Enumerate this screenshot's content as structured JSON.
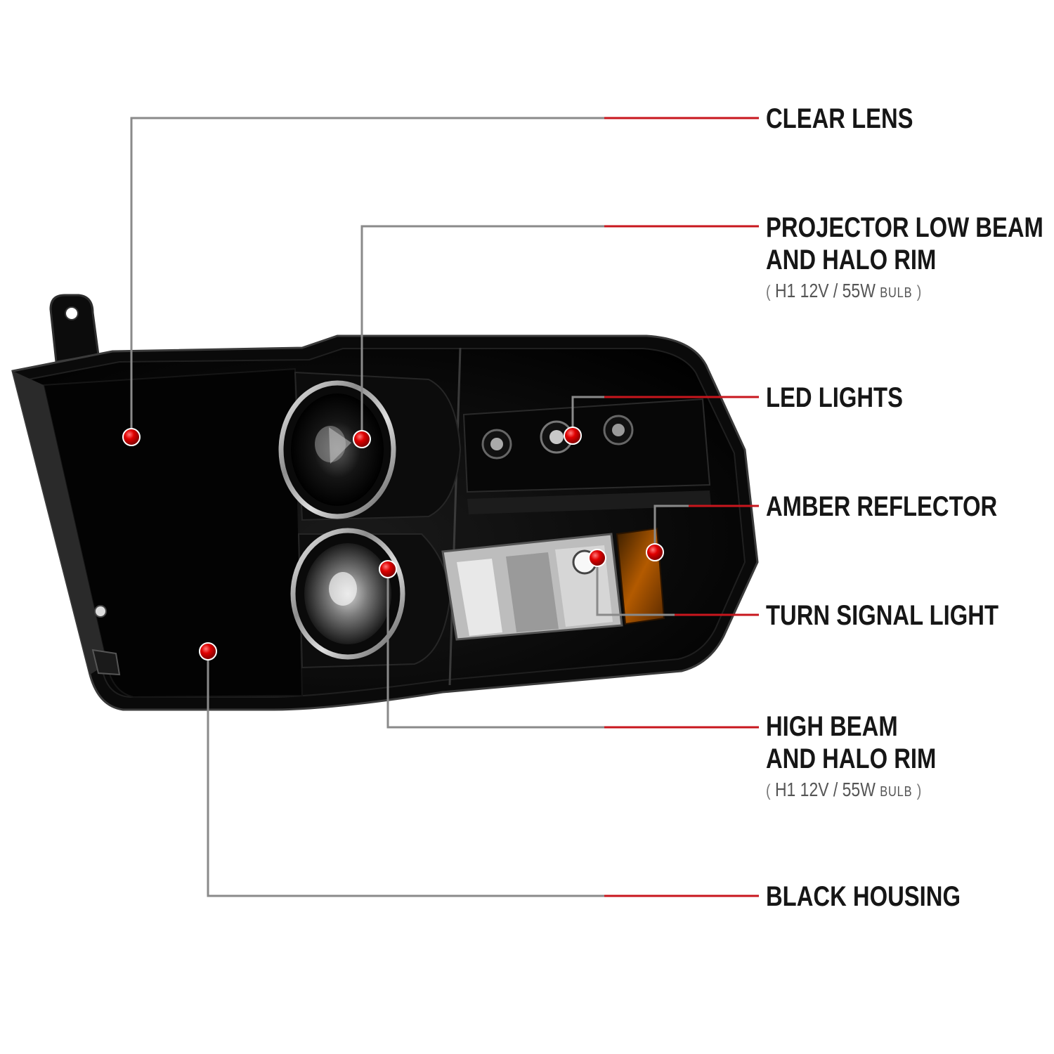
{
  "colors": {
    "leader_gray": "#8a8a8a",
    "leader_red": "#c8161d",
    "marker_red": "#e00000",
    "housing_black": "#050505",
    "amber": "#b35a00"
  },
  "callouts": [
    {
      "id": "clear-lens",
      "lines": [
        "CLEAR LENS"
      ],
      "spec": null
    },
    {
      "id": "projector-low-beam",
      "lines": [
        "PROJECTOR LOW BEAM",
        "AND HALO RIM"
      ],
      "spec": {
        "open": "(",
        "text": "H1  12V / 55W",
        "unit": "BULB",
        "close": ")"
      }
    },
    {
      "id": "led-lights",
      "lines": [
        "LED LIGHTS"
      ],
      "spec": null
    },
    {
      "id": "amber-reflector",
      "lines": [
        "AMBER REFLECTOR"
      ],
      "spec": null
    },
    {
      "id": "turn-signal-light",
      "lines": [
        "TURN SIGNAL LIGHT"
      ],
      "spec": null
    },
    {
      "id": "high-beam",
      "lines": [
        "HIGH BEAM",
        "AND HALO RIM"
      ],
      "spec": {
        "open": "(",
        "text": "H1  12V / 55W",
        "unit": "BULB",
        "close": ")"
      }
    },
    {
      "id": "black-housing",
      "lines": [
        "BLACK HOUSING"
      ],
      "spec": null
    }
  ]
}
